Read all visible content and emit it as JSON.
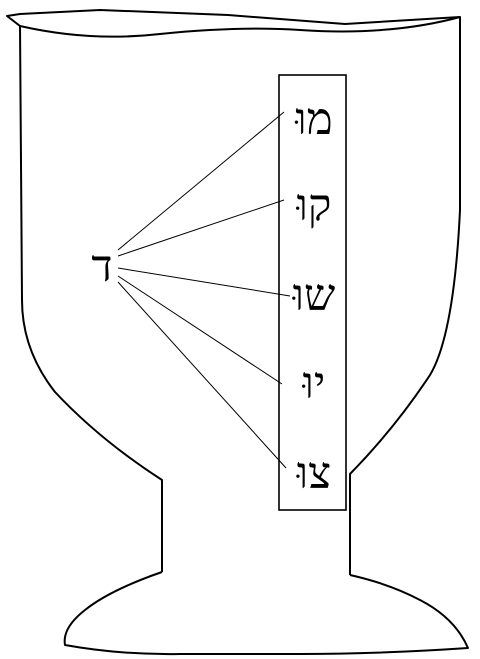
{
  "diagram": {
    "center_letter": "ד",
    "syllables": [
      "מוּ",
      "קוּ",
      "שוּ",
      "יוּ",
      "צוּ"
    ],
    "stroke_color": "#000000",
    "background_color": "#ffffff"
  }
}
